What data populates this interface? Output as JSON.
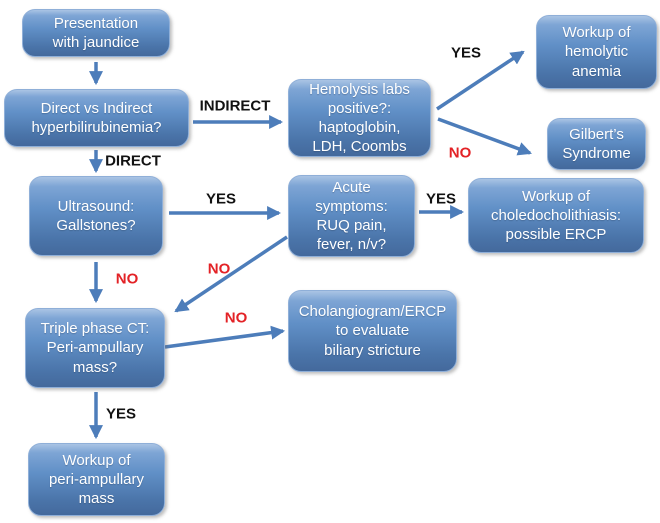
{
  "diagram": {
    "type": "flowchart",
    "topic": "Workup of presentation with jaundice",
    "colors": {
      "node_fill_top": "#7ea5d5",
      "node_fill_bottom": "#44699c",
      "node_border": "#8fafd8",
      "node_text": "#ffffff",
      "arrow": "#4d7dba",
      "label_yes": "#121212",
      "label_no": "#e32226",
      "background": "#ffffff"
    },
    "nodes": [
      {
        "id": "presentation",
        "text": "Presentation\nwith jaundice"
      },
      {
        "id": "direct-vs-indirect",
        "text": "Direct vs Indirect\nhyperbilirubinemia?"
      },
      {
        "id": "hemolysis-labs",
        "text": "Hemolysis labs\npositive?:\nhaptoglobin,\nLDH, Coombs"
      },
      {
        "id": "workup-hemolytic-anemia",
        "text": "Workup of\nhemolytic\nanemia"
      },
      {
        "id": "gilberts-syndrome",
        "text": "Gilbert’s\nSyndrome"
      },
      {
        "id": "ultrasound-gallstones",
        "text": "Ultrasound:\nGallstones?"
      },
      {
        "id": "acute-symptoms",
        "text": "Acute\nsymptoms:\nRUQ pain,\nfever, n/v?"
      },
      {
        "id": "workup-choledocholithiasis",
        "text": "Workup of\ncholedocholithiasis:\npossible ERCP"
      },
      {
        "id": "triple-phase-ct",
        "text": "Triple phase CT:\nPeri-ampullary\nmass?"
      },
      {
        "id": "cholangiogram-ercp",
        "text": "Cholangiogram/ERCP\nto evaluate\nbiliary stricture"
      },
      {
        "id": "workup-peri-ampullary-mass",
        "text": "Workup of\nperi-ampullary\nmass"
      }
    ],
    "edges": [
      {
        "from": "presentation",
        "to": "direct-vs-indirect",
        "label": ""
      },
      {
        "from": "direct-vs-indirect",
        "to": "hemolysis-labs",
        "label": "INDIRECT"
      },
      {
        "from": "direct-vs-indirect",
        "to": "ultrasound-gallstones",
        "label": "DIRECT"
      },
      {
        "from": "hemolysis-labs",
        "to": "workup-hemolytic-anemia",
        "label": "YES"
      },
      {
        "from": "hemolysis-labs",
        "to": "gilberts-syndrome",
        "label": "NO"
      },
      {
        "from": "ultrasound-gallstones",
        "to": "acute-symptoms",
        "label": "YES"
      },
      {
        "from": "ultrasound-gallstones",
        "to": "triple-phase-ct",
        "label": "NO"
      },
      {
        "from": "acute-symptoms",
        "to": "workup-choledocholithiasis",
        "label": "YES"
      },
      {
        "from": "acute-symptoms",
        "to": "triple-phase-ct",
        "label": "NO"
      },
      {
        "from": "triple-phase-ct",
        "to": "cholangiogram-ercp",
        "label": "NO"
      },
      {
        "from": "triple-phase-ct",
        "to": "workup-peri-ampullary-mass",
        "label": "YES"
      }
    ]
  }
}
